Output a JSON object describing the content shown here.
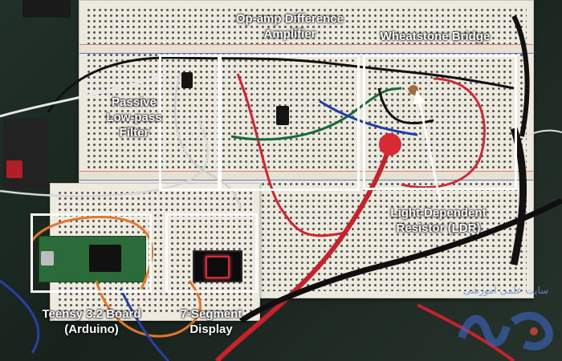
{
  "labels": {
    "low_pass": [
      "Passive",
      "Low-pass",
      "Filter"
    ],
    "op_amp": [
      "Op-amp Difference",
      "Amplifier"
    ],
    "wheatstone": "Wheatstone Bridge",
    "ldr": [
      "Light-Dependent",
      "Resistor (LDR)"
    ],
    "teensy": [
      "Teensy 3.2 Board",
      "(Arduino)"
    ],
    "segment": [
      "7-Segment",
      "Display"
    ]
  },
  "watermark": "سایت علمی آموزشی"
}
